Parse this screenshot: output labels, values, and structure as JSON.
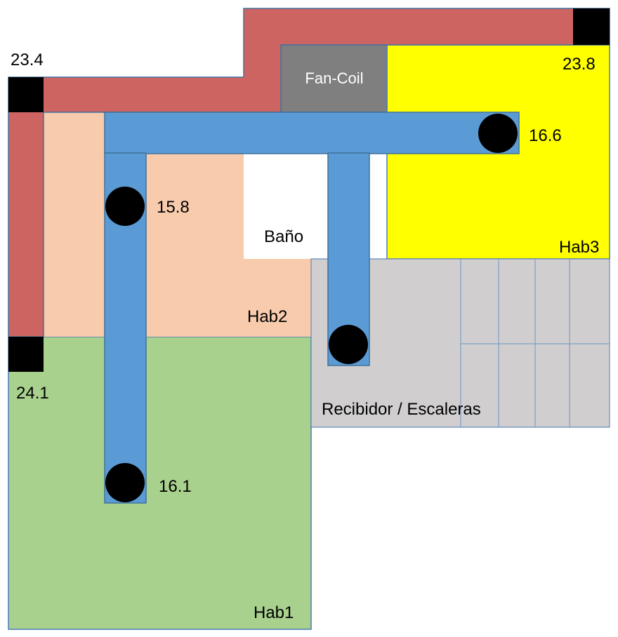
{
  "colors": {
    "return_duct": "#cd6462",
    "supply_duct": "#5b9bd5",
    "duct_border": "#41719c",
    "room_border": "#4a7ab8",
    "hab1": "#a9d18e",
    "hab2": "#f8cbad",
    "hab3": "#ffff00",
    "bano": "#ffffff",
    "recibidor": "#d0cece",
    "fan_coil": "#7f7f7f",
    "sensor": "#000000"
  },
  "rooms": {
    "hab1": "Hab1",
    "hab2": "Hab2",
    "hab3": "Hab3",
    "bano": "Baño",
    "recibidor": "Recibidor / Escaleras"
  },
  "equipment": {
    "fan_coil": "Fan-Coil"
  },
  "return_temps": {
    "top_left": "23.4",
    "top_right": "23.8",
    "left_bottom": "24.1"
  },
  "supply_temps": {
    "hab3": "16.6",
    "hab2": "15.8",
    "hab1": "16.1"
  }
}
